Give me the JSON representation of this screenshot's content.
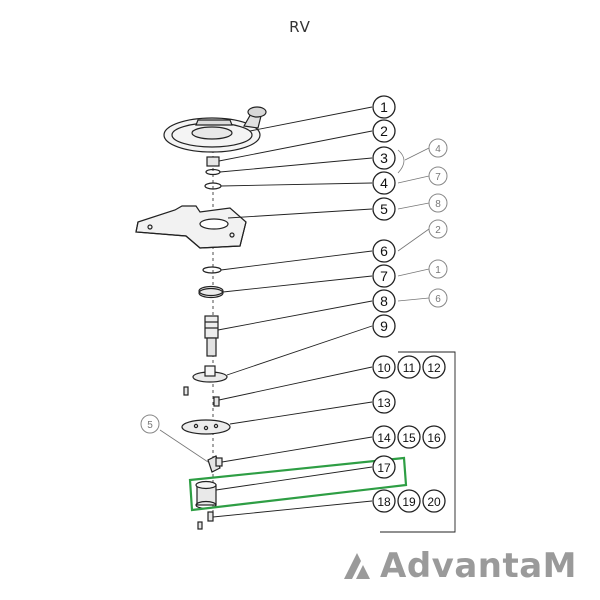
{
  "title": "RV",
  "brand": {
    "name": "AdvantaM",
    "logo_icon": "advantam-logo-icon",
    "color": "#9a9a9a"
  },
  "highlight": {
    "color": "#2e9e44",
    "part": "17"
  },
  "callouts": [
    {
      "id": "c1",
      "labels": [
        "1"
      ]
    },
    {
      "id": "c2",
      "labels": [
        "2"
      ]
    },
    {
      "id": "c3",
      "labels": [
        "3"
      ]
    },
    {
      "id": "c4",
      "labels": [
        "4"
      ]
    },
    {
      "id": "c5",
      "labels": [
        "5"
      ]
    },
    {
      "id": "c6",
      "labels": [
        "6"
      ]
    },
    {
      "id": "c7",
      "labels": [
        "7"
      ]
    },
    {
      "id": "c8",
      "labels": [
        "8"
      ]
    },
    {
      "id": "c9",
      "labels": [
        "9"
      ]
    },
    {
      "id": "c10",
      "labels": [
        "10",
        "11",
        "12"
      ]
    },
    {
      "id": "c13",
      "labels": [
        "13"
      ]
    },
    {
      "id": "c14",
      "labels": [
        "14",
        "15",
        "16"
      ]
    },
    {
      "id": "c17",
      "labels": [
        "17"
      ]
    },
    {
      "id": "c18",
      "labels": [
        "18",
        "19",
        "20"
      ]
    }
  ],
  "side_refs": [
    {
      "id": "s4",
      "label": "4"
    },
    {
      "id": "s7",
      "label": "7"
    },
    {
      "id": "s8",
      "label": "8"
    },
    {
      "id": "s2",
      "label": "2"
    },
    {
      "id": "s1",
      "label": "1"
    },
    {
      "id": "s6",
      "label": "6"
    },
    {
      "id": "s5",
      "label": "5"
    }
  ]
}
